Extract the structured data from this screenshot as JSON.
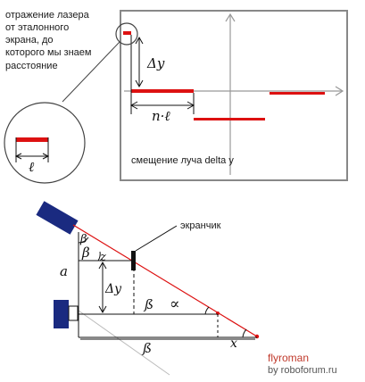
{
  "top_caption": {
    "lines": [
      "отражение лазера",
      "от эталонного",
      "экрана, до",
      "которого мы знаем",
      "расстояние"
    ]
  },
  "panel": {
    "caption": "смещение луча delta y",
    "label_dy": "Δy",
    "label_nl": "n·ℓ"
  },
  "zoom": {
    "label_l": "ℓ"
  },
  "geometry": {
    "screen_label": "экранчик",
    "a": "a",
    "beta_top": "β",
    "beta_mid": "β",
    "z": "z",
    "dy": "Δy",
    "b_mid": "ß",
    "b_bottom": "ß",
    "alpha": "∝",
    "x": "x"
  },
  "credits": {
    "author": "flyroman",
    "by": "by roboforum.ru"
  },
  "colors": {
    "red": "#dd1111",
    "laser_body": "#1a2a80",
    "frame": "#888888",
    "axis": "#888888",
    "author": "#c0392b"
  }
}
